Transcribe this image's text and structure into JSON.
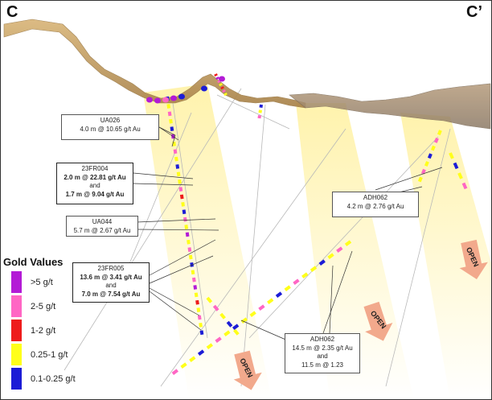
{
  "section": {
    "left_label": "C",
    "right_label": "C’"
  },
  "callouts": [
    {
      "id": "ua026",
      "lines": [
        {
          "text": "UA026",
          "bold": false
        },
        {
          "text": "4.0 m @ 10.65 g/t Au",
          "bold": false
        }
      ]
    },
    {
      "id": "23fr004",
      "lines": [
        {
          "text": "23FR004",
          "bold": false
        },
        {
          "text": "2.0 m @ 22.81 g/t Au",
          "bold": true
        },
        {
          "text": "and",
          "bold": false
        },
        {
          "text": "1.7 m @ 9.04 g/t Au",
          "bold": true
        }
      ]
    },
    {
      "id": "ua044",
      "lines": [
        {
          "text": "UA044",
          "bold": false
        },
        {
          "text": "5.7 m @ 2.67 g/t Au",
          "bold": false
        }
      ]
    },
    {
      "id": "23fr005",
      "lines": [
        {
          "text": "23FR005",
          "bold": false
        },
        {
          "text": "13.6 m @ 3.41 g/t Au",
          "bold": true
        },
        {
          "text": "and",
          "bold": false
        },
        {
          "text": "7.0 m @ 7.54 g/t Au",
          "bold": true
        }
      ]
    },
    {
      "id": "adh062-upper",
      "lines": [
        {
          "text": "ADH062",
          "bold": false
        },
        {
          "text": "4.2 m @ 2.76 g/t Au",
          "bold": false
        }
      ]
    },
    {
      "id": "adh062-lower",
      "lines": [
        {
          "text": "ADH062",
          "bold": false
        },
        {
          "text": "14.5 m @ 2.35 g/t Au",
          "bold": false
        },
        {
          "text": "and",
          "bold": false
        },
        {
          "text": "11.5 m @ 1.23",
          "bold": false
        }
      ]
    }
  ],
  "open_arrows": [
    {
      "id": "open-1",
      "label": "OPEN"
    },
    {
      "id": "open-2",
      "label": "OPEN"
    },
    {
      "id": "open-3",
      "label": "OPEN"
    }
  ],
  "legend": {
    "title": "Gold Values",
    "items": [
      {
        "label": ">5 g/t",
        "color": "#b31bd6"
      },
      {
        "label": "2-5 g/t",
        "color": "#ff66c4"
      },
      {
        "label": "1-2 g/t",
        "color": "#ee1c1c"
      },
      {
        "label": "0.25-1 g/t",
        "color": "#ffff1a"
      },
      {
        "label": "0.1-0.25 g/t",
        "color": "#1c1cd6"
      }
    ]
  },
  "colors": {
    "topography": "#c8a064",
    "zone_fill": "#fff2a8",
    "open_arrow": "#f2a98c",
    "frame": "#333333"
  }
}
